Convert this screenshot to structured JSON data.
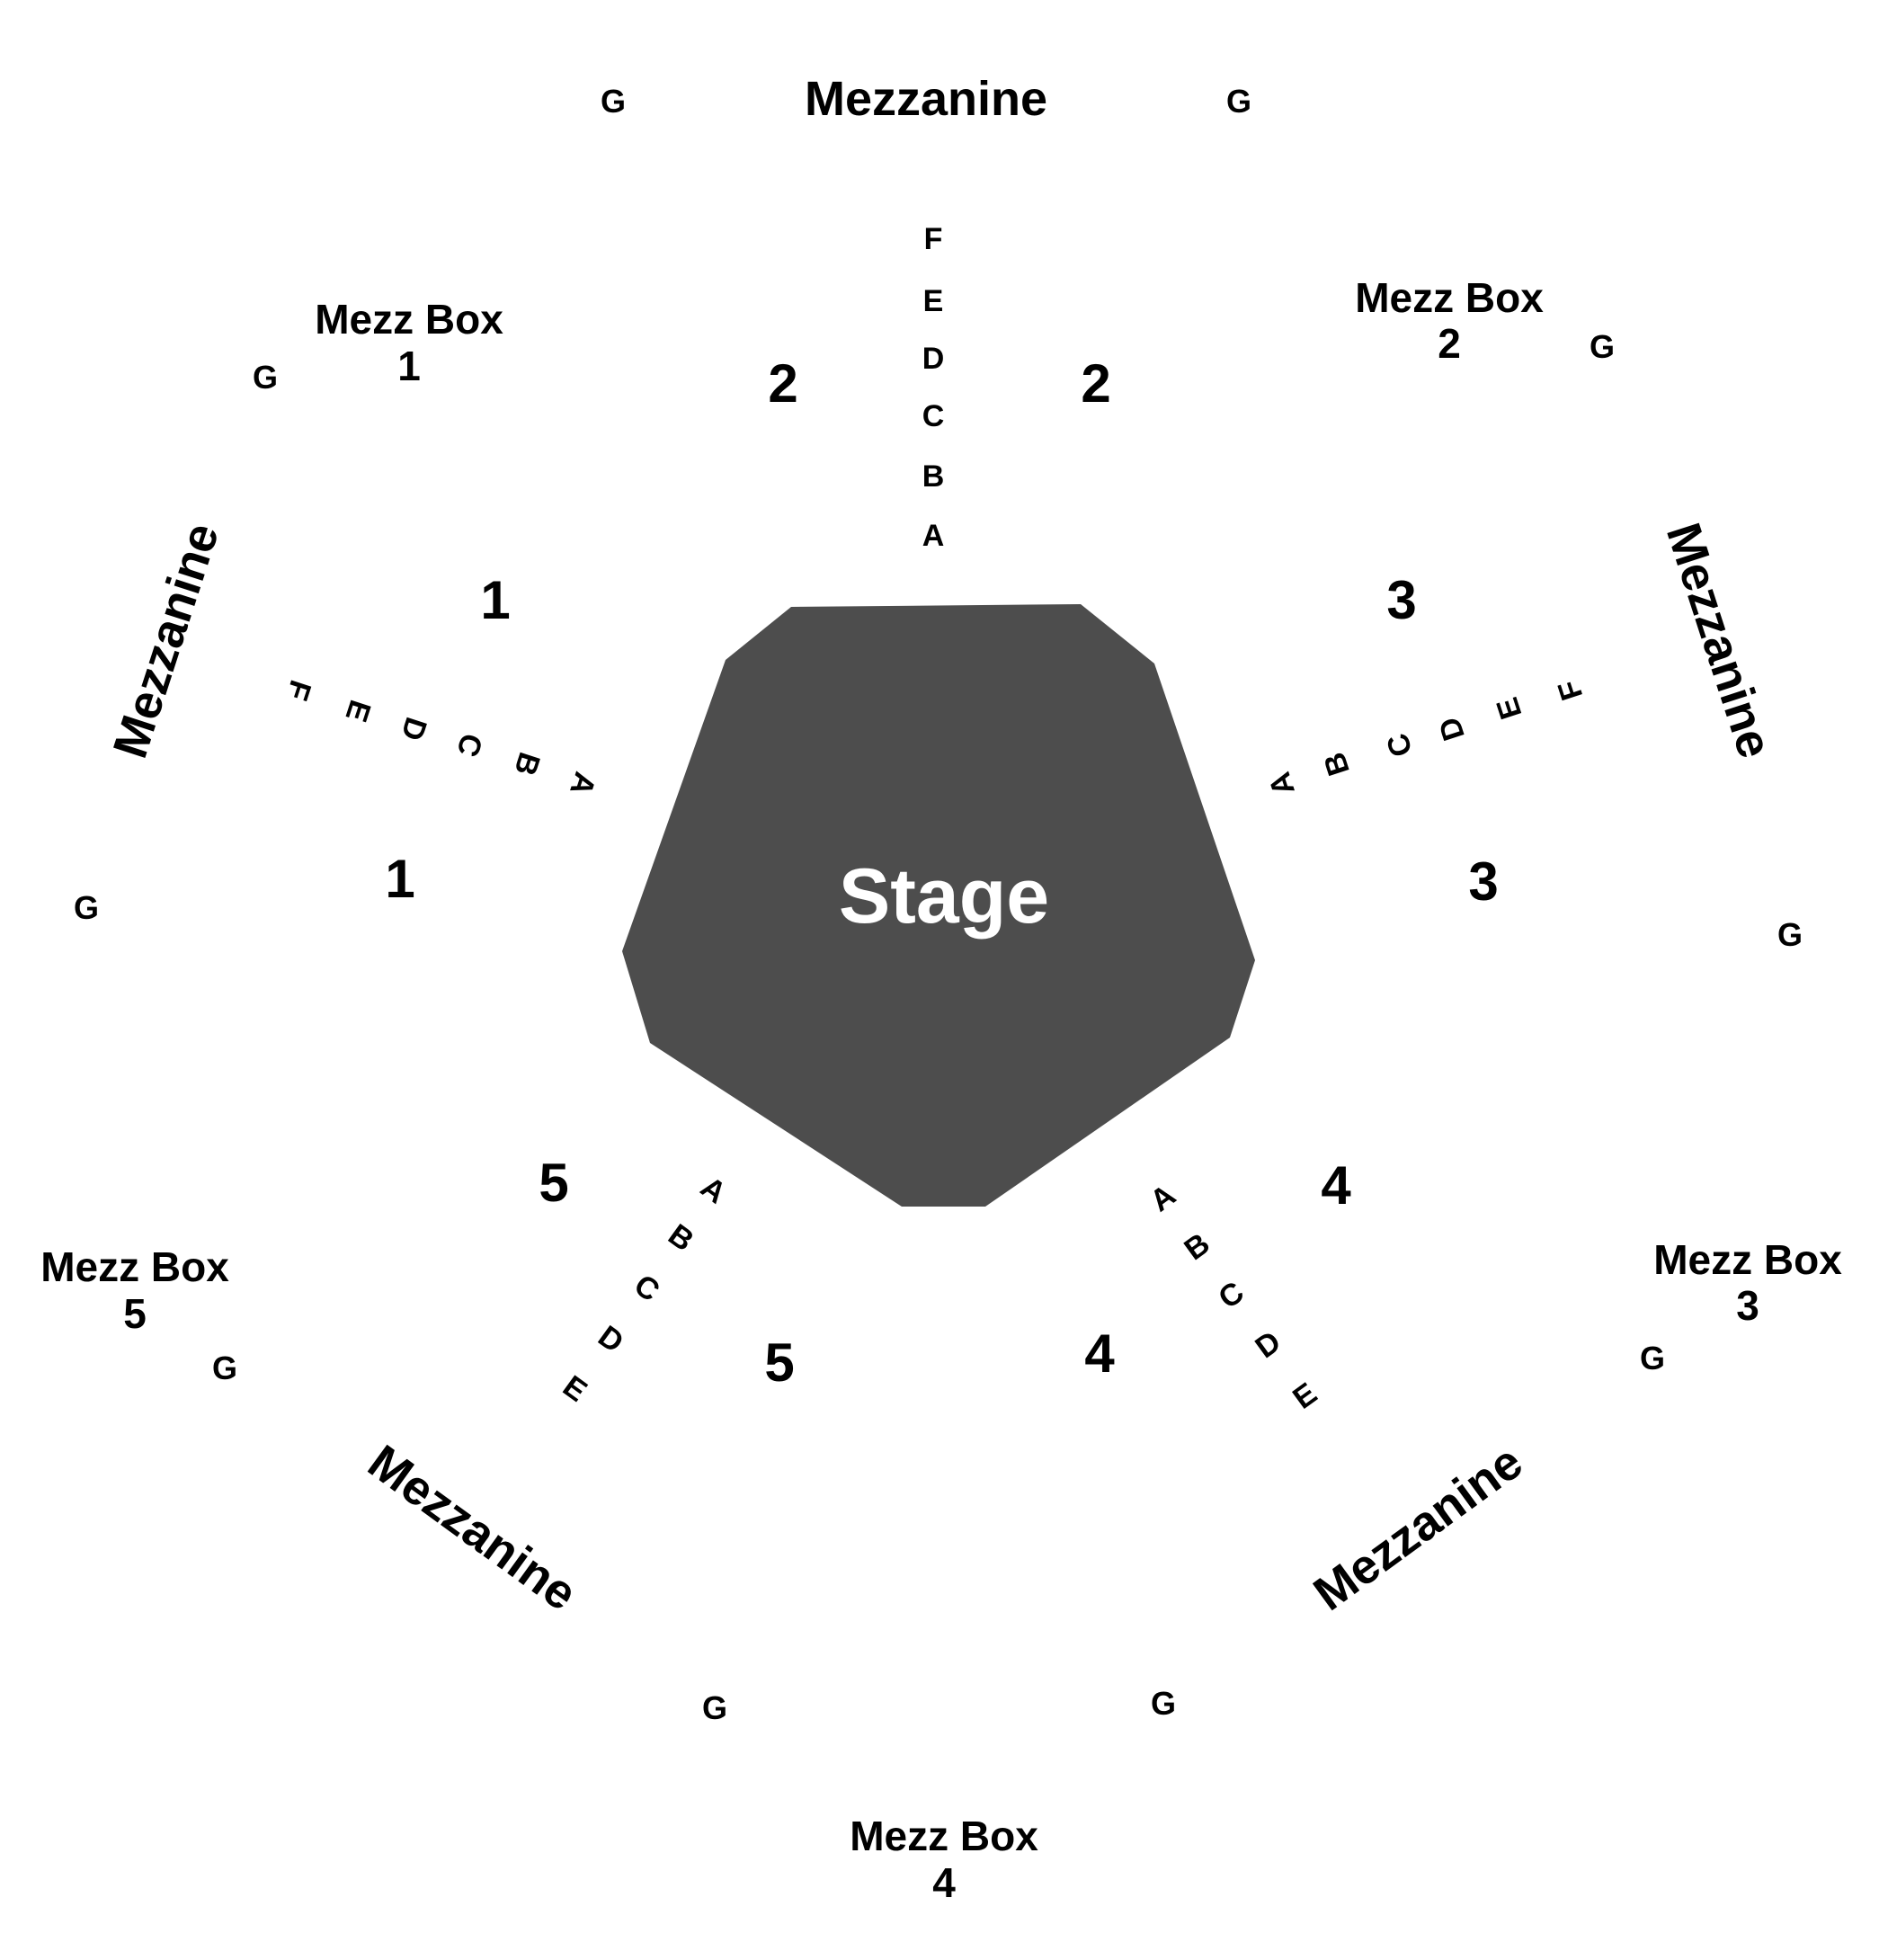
{
  "stage": {
    "label": "Stage",
    "color": "#4d4d4d"
  },
  "mezzanine_labels": [
    "Mezzanine",
    "Mezzanine",
    "Mezzanine",
    "Mezzanine",
    "Mezzanine"
  ],
  "mezz_boxes": [
    {
      "title": "Mezz Box",
      "number": "1"
    },
    {
      "title": "Mezz Box",
      "number": "2"
    },
    {
      "title": "Mezz Box",
      "number": "3"
    },
    {
      "title": "Mezz Box",
      "number": "4"
    },
    {
      "title": "Mezz Box",
      "number": "5"
    }
  ],
  "section_numbers": [
    "1",
    "1",
    "2",
    "2",
    "3",
    "3",
    "4",
    "4",
    "5",
    "5"
  ],
  "row_labels": {
    "section_1": [
      "A",
      "B",
      "C",
      "D",
      "E",
      "F"
    ],
    "section_2": [
      "A",
      "B",
      "C",
      "D",
      "E",
      "F"
    ],
    "section_3": [
      "A",
      "B",
      "C",
      "D",
      "E",
      "F"
    ],
    "section_4": [
      "A",
      "B",
      "C",
      "D",
      "E"
    ],
    "section_5": [
      "A",
      "B",
      "C",
      "D",
      "E"
    ]
  },
  "g_markers": [
    "G",
    "G",
    "G",
    "G",
    "G",
    "G",
    "G",
    "G",
    "G",
    "G"
  ]
}
